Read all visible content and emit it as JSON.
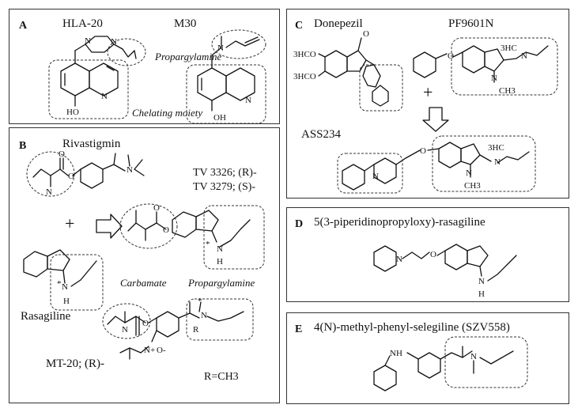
{
  "panel_a": {
    "letter": "A",
    "names": [
      "HLA-20",
      "M30"
    ],
    "notes": [
      "Propargylamine",
      "Chelating moiety"
    ],
    "atoms": {
      "ho": "HO",
      "oh": "OH",
      "n": "N"
    }
  },
  "panel_b": {
    "letter": "B",
    "title": "Rivastigmin",
    "isomers": [
      "TV 3326; (R)-",
      "TV 3279; (S)-"
    ],
    "notes": [
      "Carbamate",
      "Propargylamine"
    ],
    "rasagiline": "Rasagiline",
    "mt20": "MT-20; (R)-",
    "r_group": "R=CH3",
    "atoms": {
      "o": "O",
      "n": "N",
      "h": "H",
      "star": "*",
      "plus": "+",
      "r": "R",
      "nplus": "N+",
      "ominus": "O-"
    }
  },
  "panel_c": {
    "letter": "C",
    "names": [
      "Donepezil",
      "PF9601N"
    ],
    "product": "ASS234",
    "atoms": {
      "och3": "3HCO",
      "o": "O",
      "n": "N",
      "h3c": "3HC",
      "ch3": "CH3",
      "plus": "+"
    }
  },
  "panel_d": {
    "letter": "D",
    "title": "5(3-piperidinopropyloxy)-rasagiline",
    "atoms": {
      "n": "N",
      "o": "O",
      "h": "H"
    }
  },
  "panel_e": {
    "letter": "E",
    "title": "4(N)-methyl-phenyl-selegiline (SZV558)",
    "atoms": {
      "nh": "NH",
      "n": "N"
    }
  }
}
